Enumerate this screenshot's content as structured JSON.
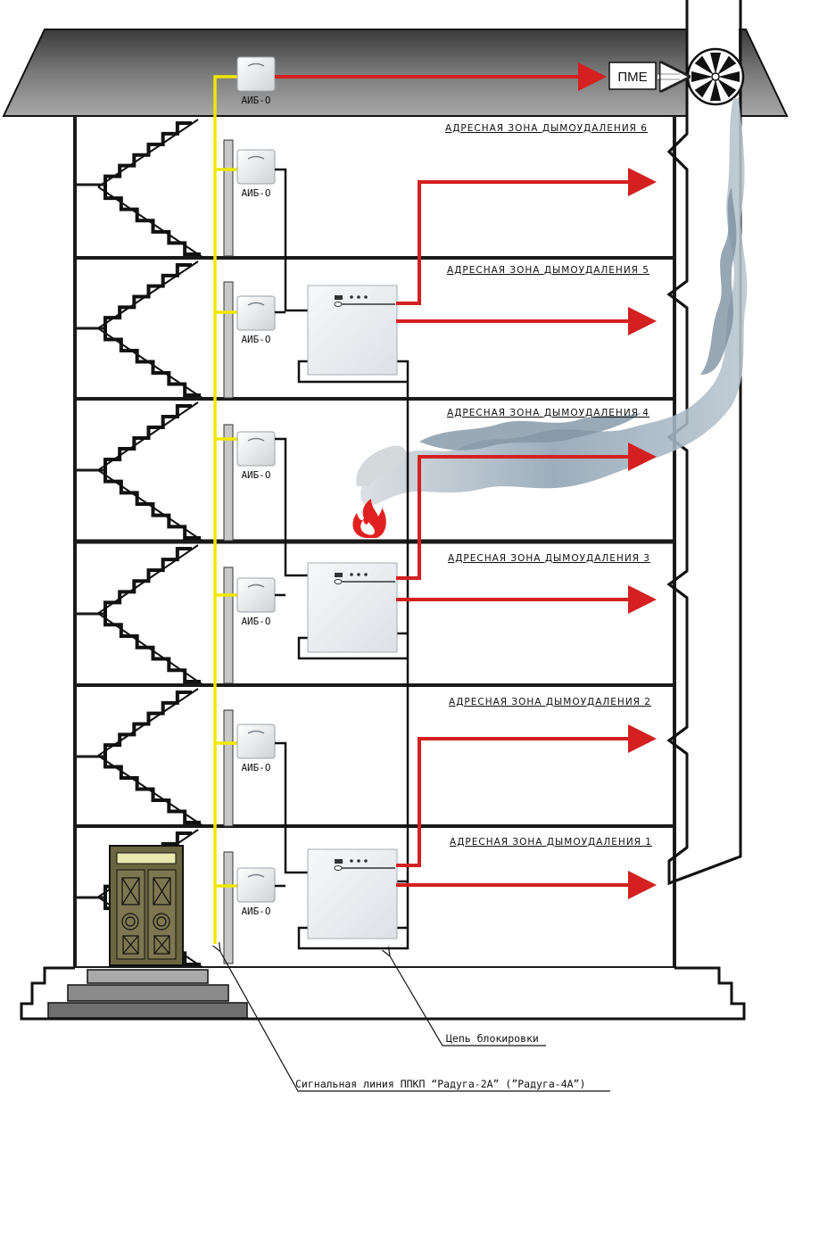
{
  "labels": {
    "pme": "ПМЕ",
    "device": "АИБ-О",
    "zone_prefix": "АДРЕСНАЯ ЗОНА ДЫМОУДАЛЕНИЯ",
    "block_chain": "Цепь блокировки",
    "signal_line": "Сигнальная линия ППКП “Радуга-2А” (”Радуга-4А”)"
  },
  "zones": [
    {
      "label": "АДРЕСНАЯ ЗОНА ДЫМОУДАЛЕНИЯ 6"
    },
    {
      "label": "АДРЕСНАЯ ЗОНА ДЫМОУДАЛЕНИЯ 5"
    },
    {
      "label": "АДРЕСНАЯ ЗОНА ДЫМОУДАЛЕНИЯ 4"
    },
    {
      "label": "АДРЕСНАЯ ЗОНА ДЫМОУДАЛЕНИЯ 3"
    },
    {
      "label": "АДРЕСНАЯ ЗОНА ДЫМОУДАЛЕНИЯ 2"
    },
    {
      "label": "АДРЕСНАЯ ЗОНА ДЫМОУДАЛЕНИЯ 1"
    }
  ],
  "devices": [
    {
      "label": "АИБ-О"
    },
    {
      "label": "АИБ-О"
    },
    {
      "label": "АИБ-О"
    },
    {
      "label": "АИБ-О"
    },
    {
      "label": "АИБ-О"
    },
    {
      "label": "АИБ-О"
    },
    {
      "label": "АИБ-О"
    }
  ],
  "colors": {
    "signal_line": "#f0e800",
    "control_arrow": "#d42020",
    "wall": "#1a1a1a",
    "roof": "#6e6e6e",
    "smoke": "#8fa3b3",
    "door": "#6b6540",
    "riser": "#c8c8c8"
  },
  "icons": [
    "fan-icon",
    "flame-icon",
    "smoke-cloud",
    "door-icon",
    "stair-icon"
  ]
}
